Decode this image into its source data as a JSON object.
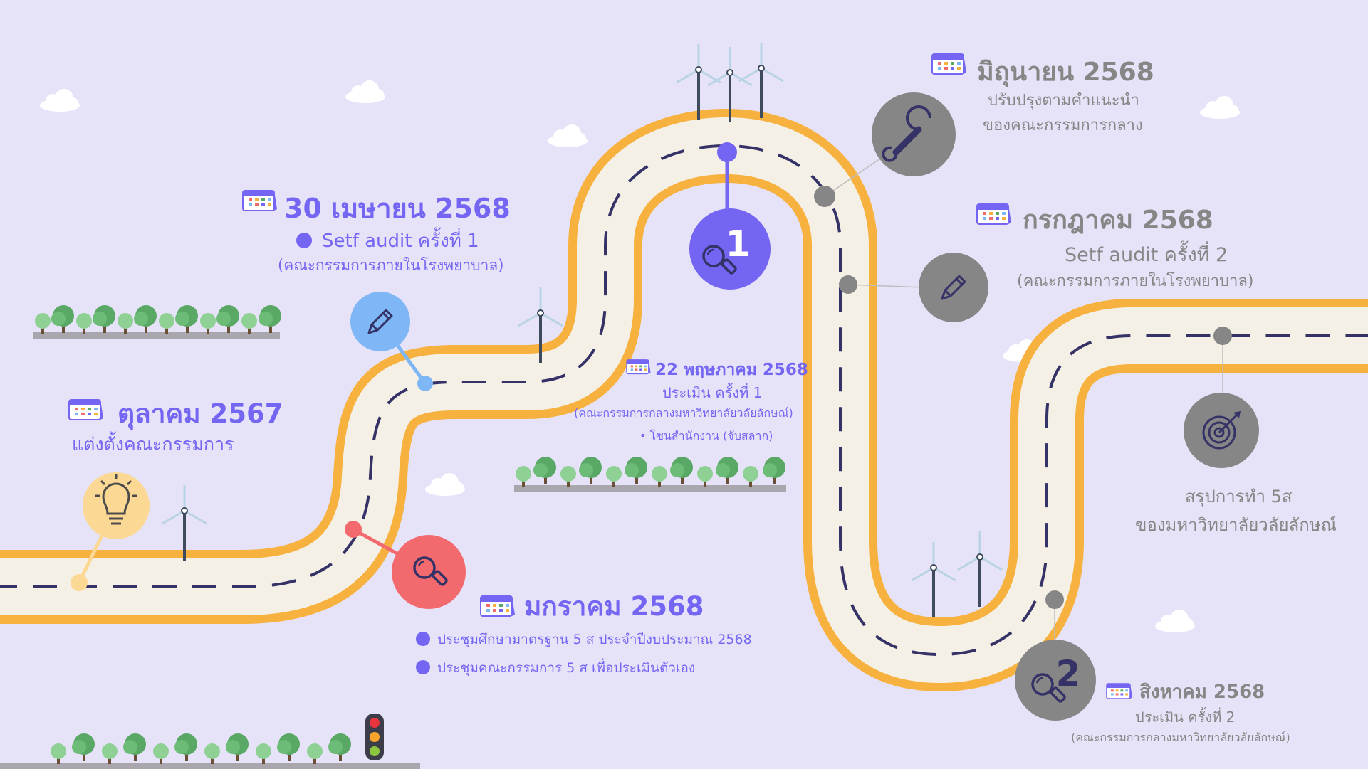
{
  "colors": {
    "background": "#e6e3f8",
    "road_edge": "#f7b13f",
    "road_fill": "#f5f0e6",
    "road_dash": "#343266",
    "accent_purple": "#7466f2",
    "accent_blue": "#7fb6f5",
    "accent_red": "#f26a6d",
    "accent_yellow": "#fcd895",
    "muted_gray": "#868686",
    "text_purple": "#7466f2",
    "text_gray": "#868686"
  },
  "milestones": [
    {
      "id": "oct",
      "icon": "lightbulb-icon",
      "date": "ตุลาคม 2567",
      "lines": [
        "แต่งตั้งคณะกรรมการ"
      ]
    },
    {
      "id": "apr",
      "icon": "pencil-icon",
      "date": "30 เมษายน 2568",
      "lines": [
        "Setf audit ครั้งที่ 1",
        "(คณะกรรมการภายในโรงพยาบาล)"
      ]
    },
    {
      "id": "jan",
      "icon": "magnifier-icon",
      "date": "มกราคม 2568",
      "lines": [
        "ประชุมศึกษามาตรฐาน 5 ส ประจำปีงบประมาณ 2568",
        "ประชุมคณะกรรมการ 5 ส เพื่อประเมินตัวเอง"
      ]
    },
    {
      "id": "may",
      "icon": "magnifier-icon",
      "badge": "1",
      "date": "22 พฤษภาคม 2568",
      "lines": [
        "ประเมิน ครั้งที่ 1",
        "(คณะกรรมการกลางมหาวิทยาลัยวลัยลักษณ์)",
        "• โซนสำนักงาน (จับสลาก)"
      ]
    },
    {
      "id": "jun",
      "icon": "wrench-icon",
      "date": "มิถุนายน 2568",
      "lines": [
        "ปรับปรุงตามคำแนะนำ",
        "ของคณะกรรมการกลาง"
      ]
    },
    {
      "id": "jul",
      "icon": "pencil-icon",
      "date": "กรกฎาคม 2568",
      "lines": [
        "Setf audit ครั้งที่ 2",
        "(คณะกรรมการภายในโรงพยาบาล)"
      ]
    },
    {
      "id": "sum",
      "icon": "target-icon",
      "lines": [
        "สรุปการทำ 5ส",
        "ของมหาวิทยาลัยวลัยลักษณ์"
      ]
    },
    {
      "id": "aug",
      "icon": "magnifier-icon",
      "badge": "2",
      "date": "สิงหาคม 2568",
      "lines": [
        "ประเมิน ครั้งที่ 2",
        "(คณะกรรมการกลางมหาวิทยาลัยวลัยลักษณ์)"
      ]
    }
  ]
}
